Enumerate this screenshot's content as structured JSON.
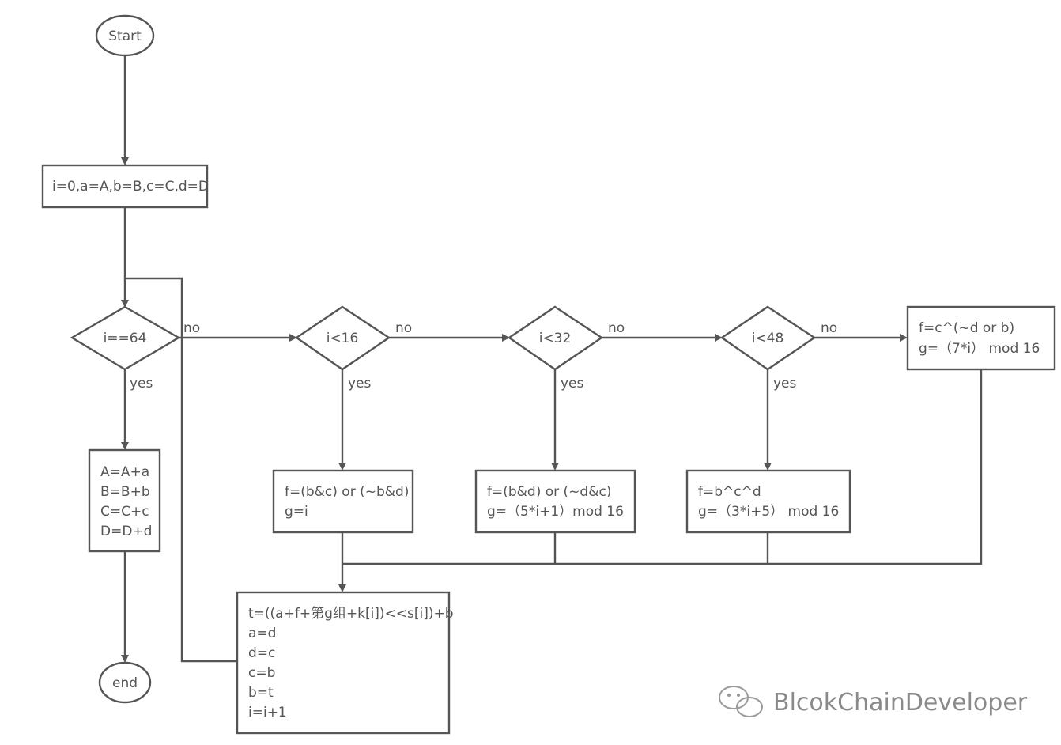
{
  "flowchart": {
    "start": "Start",
    "init": "i=0,a=A,b=B,c=C,d=D",
    "cond_done": "i==64",
    "cond_16": "i<16",
    "cond_32": "i<32",
    "cond_48": "i<48",
    "label_no": "no",
    "label_yes": "yes",
    "finalize": [
      "A=A+a",
      "B=B+b",
      "C=C+c",
      "D=D+d"
    ],
    "round1": [
      "f=(b&c) or (~b&d)",
      "g=i"
    ],
    "round2": [
      "f=(b&d) or (~d&c)",
      "g=（5*i+1）mod 16"
    ],
    "round3": [
      "f=b^c^d",
      "g=（3*i+5）  mod 16"
    ],
    "round4": [
      "f=c^(~d or b)",
      "g=（7*i）  mod 16"
    ],
    "update": [
      "t=((a+f+第g组+k[i])<<s[i])+b",
      "a=d",
      "d=c",
      "c=b",
      "b=t",
      "i=i+1"
    ],
    "end": "end"
  },
  "watermark": {
    "icon": "wechat-icon",
    "text": "BlcokChainDeveloper"
  }
}
